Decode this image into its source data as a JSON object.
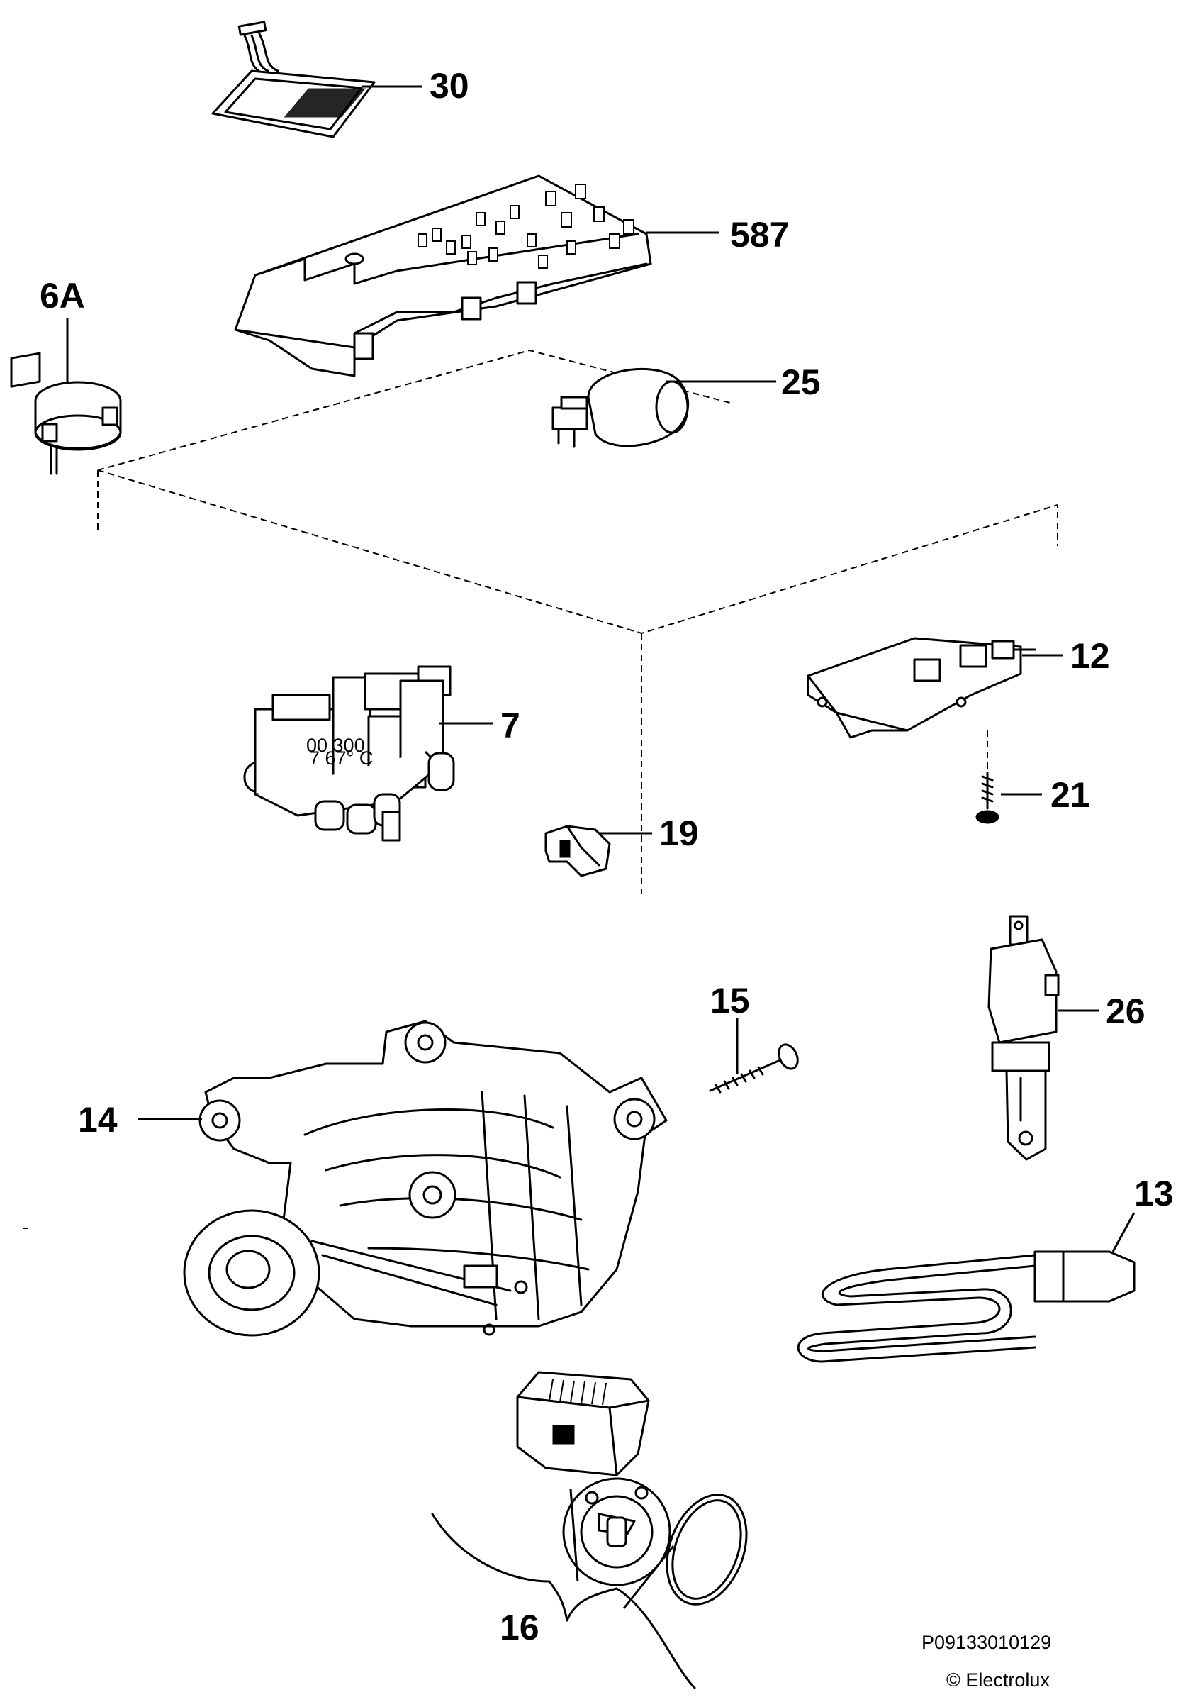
{
  "part_labels": {
    "p30": "30",
    "p587": "587",
    "p6a": "6A",
    "p25": "25",
    "p12": "12",
    "p7": "7",
    "p21": "21",
    "p19": "19",
    "p15": "15",
    "p26": "26",
    "p14": "14",
    "p13": "13",
    "p16": "16"
  },
  "footer": {
    "drawing_code": "P09133010129",
    "copyright": "© Electrolux"
  },
  "icons": [
    "ribbon-cable-icon",
    "control-board-icon",
    "pressure-switch-icon",
    "capacitor-icon",
    "door-lock-icon",
    "solenoid-valve-icon",
    "screw-icon",
    "connector-icon",
    "sensor-icon",
    "motor-icon",
    "heating-element-icon",
    "drain-pump-icon",
    "gasket-ring-icon"
  ]
}
